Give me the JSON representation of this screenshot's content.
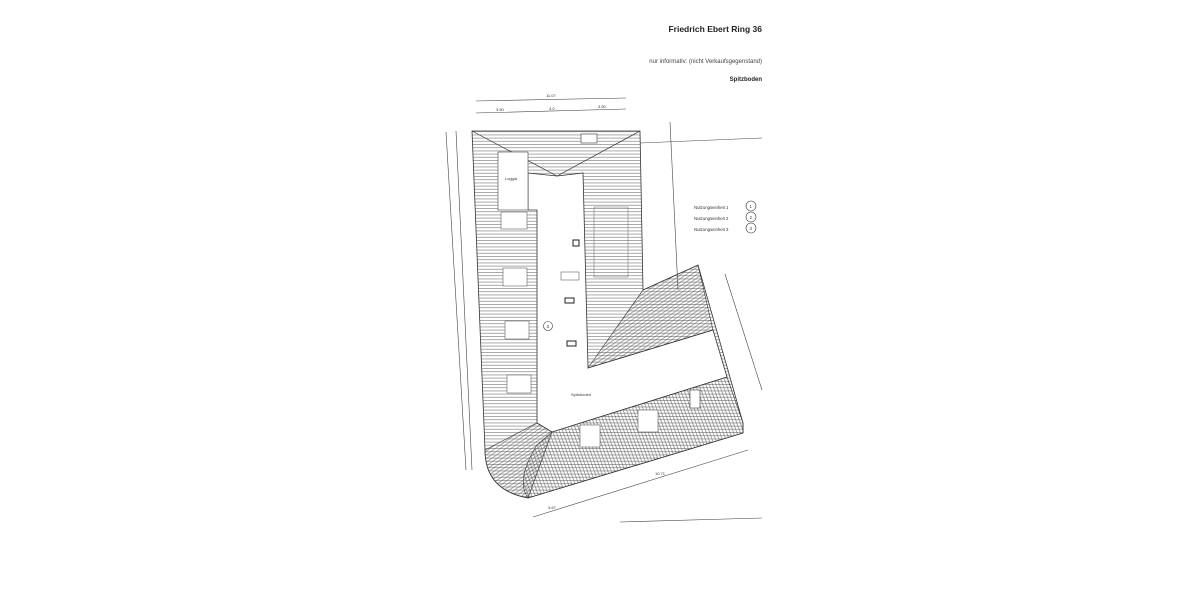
{
  "header": {
    "title": "Friedrich Ebert Ring 36",
    "note": "nur informativ:  (nicht Verkaufsgegenstand)",
    "floor": "Spitzboden"
  },
  "plan": {
    "room_labels": {
      "loggia": "Loggia",
      "attic": "Spitzboden",
      "unit_marker": "3"
    },
    "legend": [
      {
        "label": "Nutzungseinheit 1",
        "number": "1"
      },
      {
        "label": "Nutzungseinheit 2",
        "number": "2"
      },
      {
        "label": "Nutzungseinheit 3",
        "number": "3"
      }
    ],
    "dimensions": {
      "top_total": "11.07",
      "top_left": "3.50",
      "top_mid": "3.0",
      "top_right": "3.50",
      "bottom_long": "10.71",
      "bottom_short": "3.67"
    }
  }
}
